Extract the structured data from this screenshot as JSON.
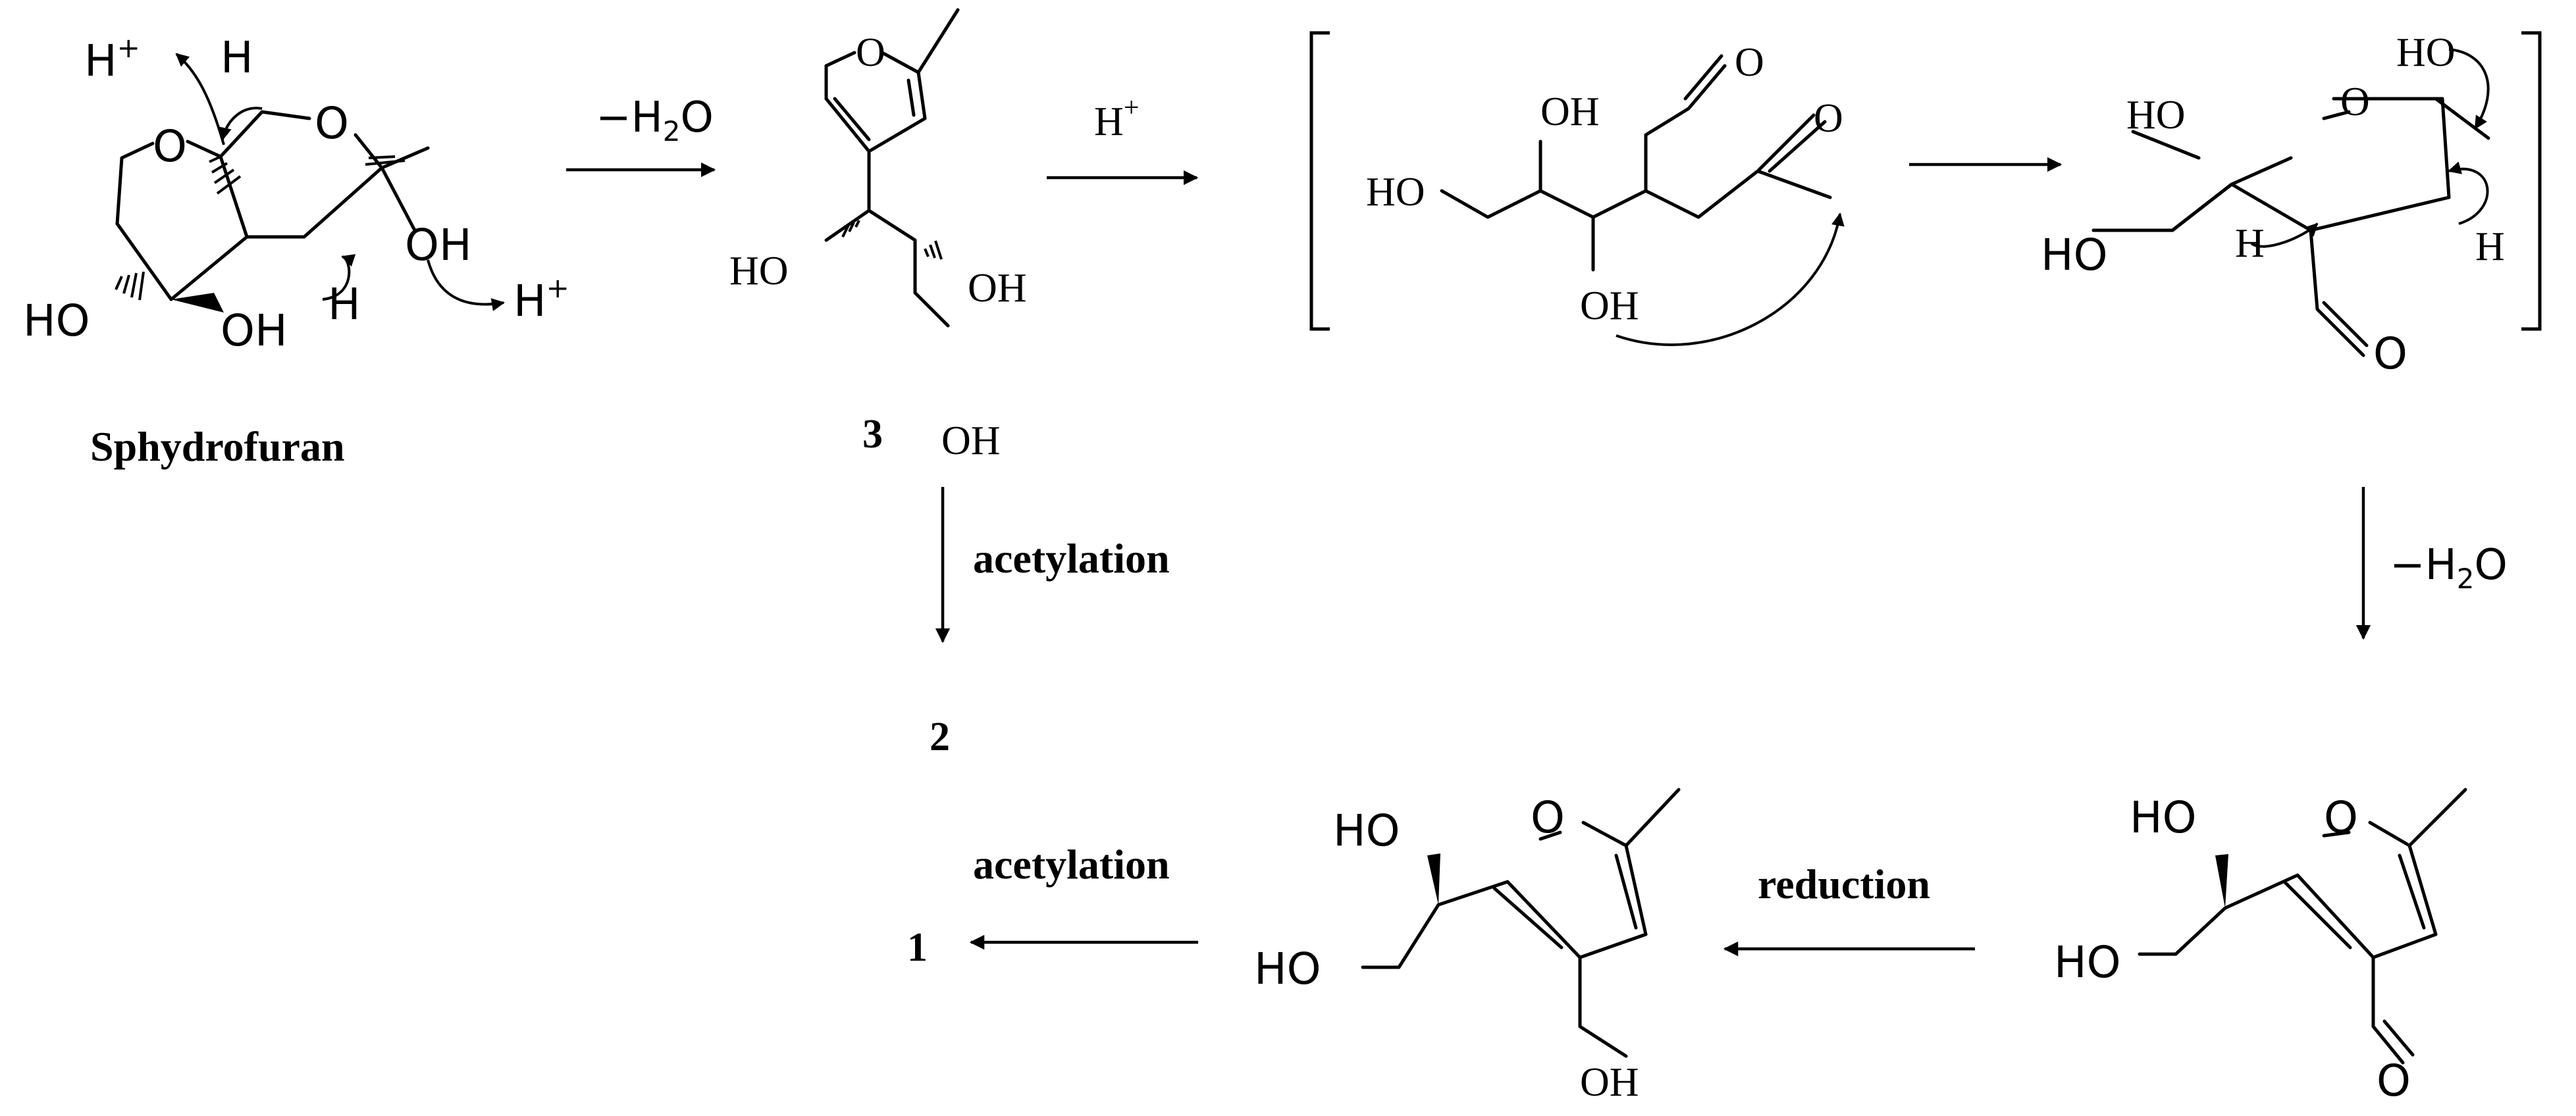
{
  "compounds": {
    "start": {
      "name": "Sphydrofuran"
    },
    "c3": {
      "number": "3"
    },
    "c2": {
      "number": "2"
    },
    "c1": {
      "number": "1"
    }
  },
  "conditions": {
    "dehydration_1": {
      "prefix": "−H",
      "sub": "2",
      "suffix": "O"
    },
    "acid": {
      "base": "H",
      "sup": "+"
    },
    "acetylation_1": "acetylation",
    "dehydration_2": {
      "prefix": "−H",
      "sub": "2",
      "suffix": "O"
    },
    "reduction": "reduction",
    "acetylation_2": "acetylation"
  },
  "atoms": {
    "H": "H",
    "O": "O",
    "OH": "OH",
    "HO": "HO",
    "H_plus": {
      "base": "H",
      "sup": "+"
    }
  }
}
